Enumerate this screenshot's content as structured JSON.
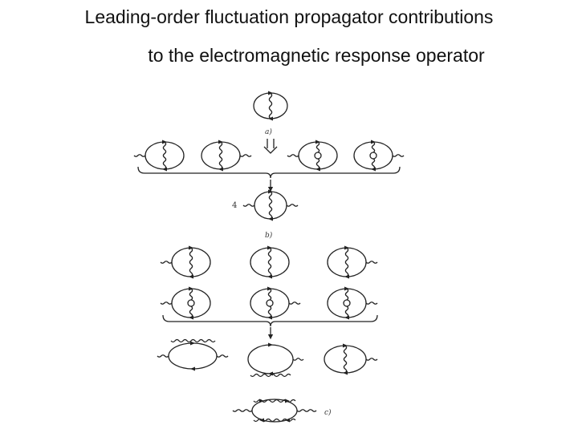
{
  "title": {
    "line1": "Leading-order fluctuation propagator contributions",
    "line2": "to the electromagnetic response operator"
  },
  "panels": {
    "a": "a)",
    "b": "b)",
    "c": "c)"
  },
  "multiplier": "4",
  "colors": {
    "ink": "#222222"
  }
}
